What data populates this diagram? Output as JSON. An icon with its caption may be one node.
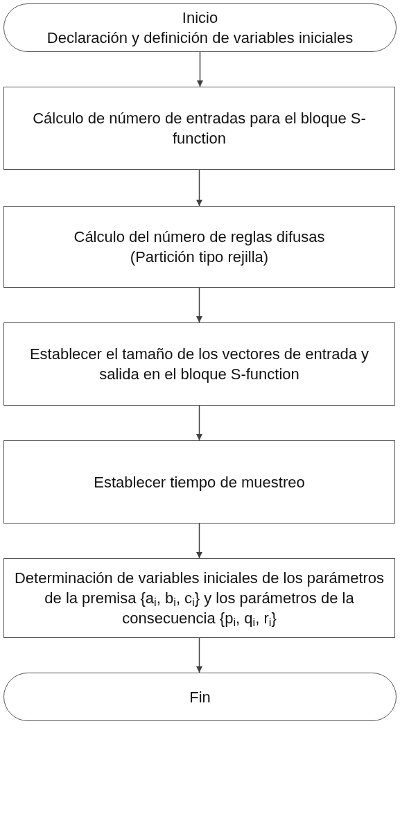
{
  "diagram": {
    "nodes": [
      {
        "text": [
          "Inicio",
          "Declaración y definición de variables iniciales"
        ]
      },
      {
        "text": [
          "Cálculo de número de entradas para el bloque S-function"
        ]
      },
      {
        "text": [
          "Cálculo del número de reglas difusas",
          "(Partición tipo rejilla)"
        ]
      },
      {
        "text": [
          "Establecer el tamaño de los vectores de entrada y salida en el bloque S-function"
        ]
      },
      {
        "text": [
          "Establecer tiempo de muestreo"
        ]
      },
      {
        "text": [
          "Determinación de variables iniciales de los parámetros de la premisa {a$_{i}$, b$_{i}$, c$_{i}$} y los parámetros de la consecuencia {p$_{i}$, q$_{i}$, r$_{i}$}"
        ]
      },
      {
        "text": [
          "Fin"
        ]
      }
    ],
    "edges": [
      {
        "from": 0,
        "to": 1,
        "arrow": "to"
      },
      {
        "from": 1,
        "to": 2,
        "arrow": "to"
      },
      {
        "from": 2,
        "to": 3,
        "arrow": "to"
      },
      {
        "from": 3,
        "to": 4,
        "arrow": "to"
      },
      {
        "from": 4,
        "to": 5,
        "arrow": "to"
      },
      {
        "from": 5,
        "to": 6,
        "arrow": "to"
      }
    ]
  }
}
